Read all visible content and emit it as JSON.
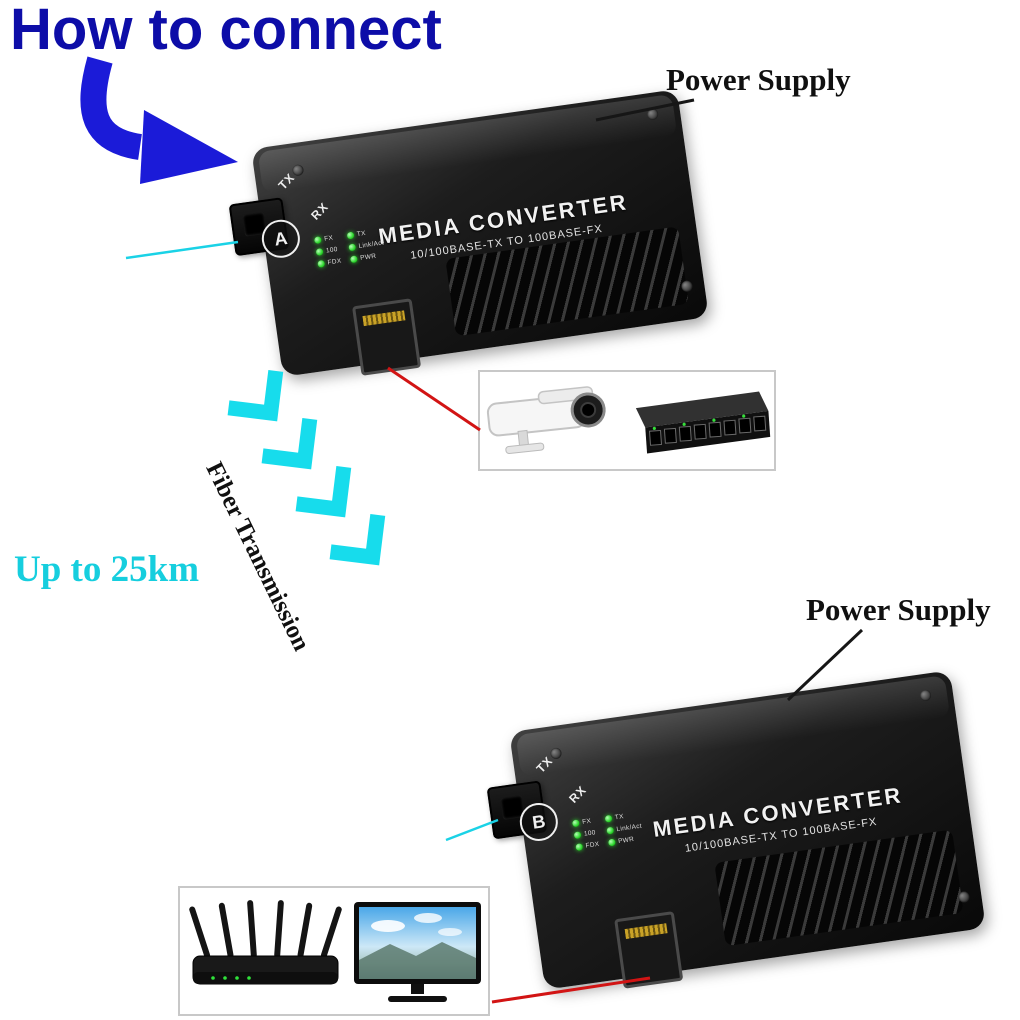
{
  "title": "How to connect",
  "annotations": {
    "power_supply_top": "Power Supply",
    "power_supply_bottom": "Power Supply",
    "fiber_transmission": "Fiber Transmission",
    "distance": "Up to 25km"
  },
  "converter_a": {
    "unit_letter": "A",
    "name": "MEDIA CONVERTER",
    "subtitle": "10/100BASE-TX TO 100BASE-FX",
    "tx_label": "TX",
    "rx_label": "RX",
    "led_labels": [
      "FX",
      "TX",
      "100",
      "Link/Act",
      "FDX",
      "PWR"
    ]
  },
  "converter_b": {
    "unit_letter": "B",
    "name": "MEDIA CONVERTER",
    "subtitle": "10/100BASE-TX TO 100BASE-FX",
    "tx_label": "TX",
    "rx_label": "RX",
    "led_labels": [
      "FX",
      "TX",
      "100",
      "Link/Act",
      "FDX",
      "PWR"
    ]
  },
  "icons": {
    "arrow": "blue-curved-arrow-icon",
    "chevrons": "cyan-fiber-chevrons-icon",
    "camera": "cctv-camera-icon",
    "switch": "ethernet-switch-icon",
    "router": "wifi-router-icon",
    "tv": "tv-monitor-icon"
  },
  "colors": {
    "title_blue": "#0d0da8",
    "arrow_blue": "#1b1bd8",
    "fiber_cyan": "#17dcec",
    "distance_cyan": "#16cede",
    "line_red": "#d21414",
    "line_black": "#161616"
  }
}
